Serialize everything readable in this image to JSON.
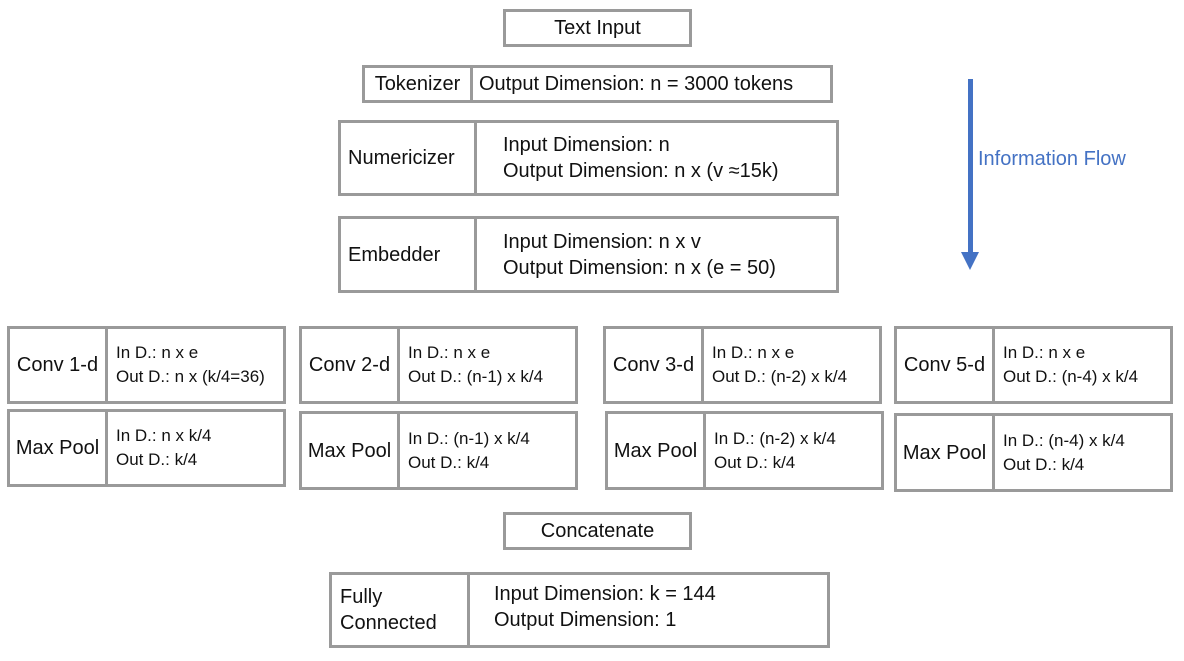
{
  "top": {
    "text_input": "Text Input",
    "tokenizer": {
      "name": "Tokenizer",
      "line1": "Output Dimension: n = 3000 tokens"
    },
    "numericizer": {
      "name": "Numericizer",
      "line1": "Input Dimension: n",
      "line2": "Output Dimension: n x (v ≈15k)"
    },
    "embedder": {
      "name": "Embedder",
      "line1": "Input Dimension: n x v",
      "line2": "Output Dimension: n x (e = 50)"
    }
  },
  "flow": {
    "label": "Information Flow",
    "color": "#4472c4"
  },
  "branches": [
    {
      "conv": {
        "name": "Conv 1-d",
        "in": "In D.: n x e",
        "out": "Out D.: n x (k/4=36)"
      },
      "pool": {
        "name": "Max Pool",
        "in": "In D.: n x k/4",
        "out": "Out D.: k/4"
      }
    },
    {
      "conv": {
        "name": "Conv 2-d",
        "in": "In D.: n x e",
        "out": "Out D.: (n-1) x k/4"
      },
      "pool": {
        "name": "Max Pool",
        "in": "In D.: (n-1) x k/4",
        "out": "Out D.: k/4"
      }
    },
    {
      "conv": {
        "name": "Conv 3-d",
        "in": "In D.: n x e",
        "out": "Out D.: (n-2) x k/4"
      },
      "pool": {
        "name": "Max Pool",
        "in": "In D.: (n-2) x k/4",
        "out": "Out D.: k/4"
      }
    },
    {
      "conv": {
        "name": "Conv 5-d",
        "in": "In D.: n x e",
        "out": "Out D.: (n-4) x k/4"
      },
      "pool": {
        "name": "Max Pool",
        "in": "In D.: (n-4) x k/4",
        "out": "Out D.: k/4"
      }
    }
  ],
  "bottom": {
    "concatenate": "Concatenate",
    "fully_connected": {
      "name_line1": "Fully",
      "name_line2": "Connected",
      "line1": "Input Dimension: k = 144",
      "line2": "Output Dimension: 1"
    }
  },
  "colors": {
    "border": "#9a9a9a",
    "arrow": "#4472c4"
  }
}
